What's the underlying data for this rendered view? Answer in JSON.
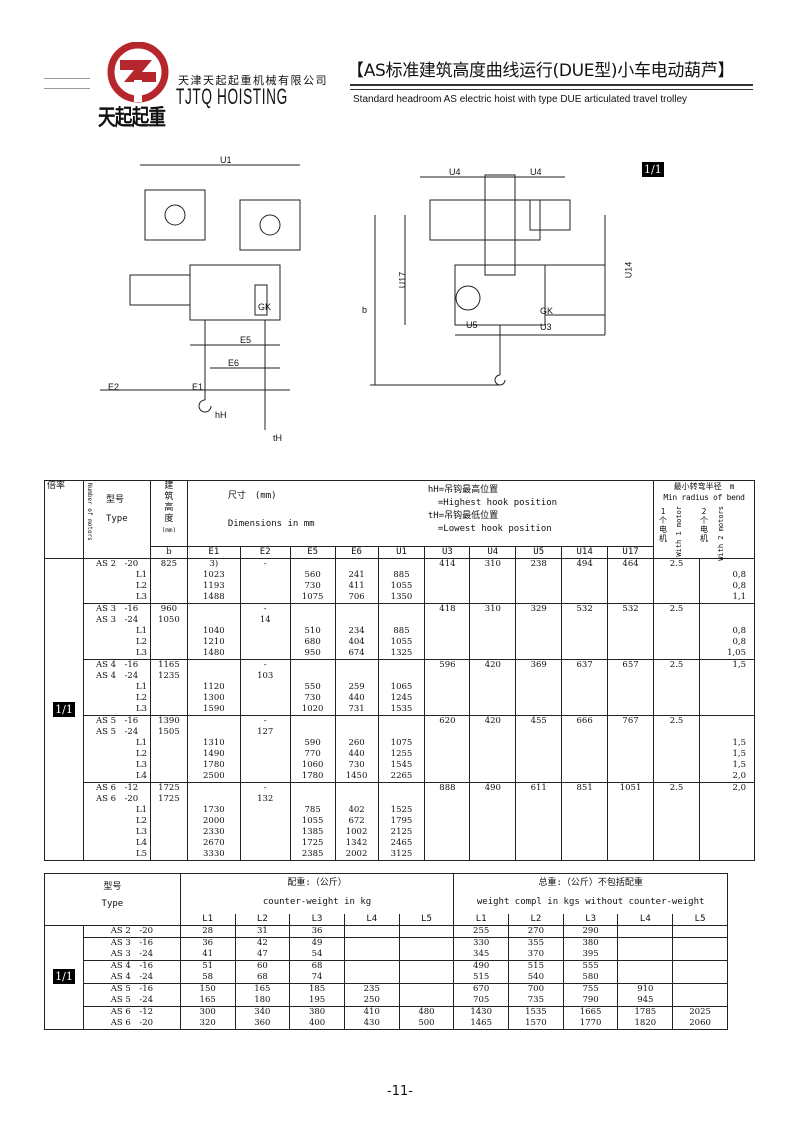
{
  "header": {
    "logo_text": "天起起重",
    "company_cn": "天津天起起重机械有限公司",
    "company_en": "TJTQ HOISTING",
    "title": "【AS标准建筑高度曲线运行(DUE型)小车电动葫芦】",
    "subtitle": "Standard headroom AS electric hoist with type DUE articulated travel trolley",
    "brand_color": "#b5272d"
  },
  "drawing": {
    "labels_left": {
      "u1": "U1",
      "e5": "E5",
      "e6": "E6",
      "e2": "E2",
      "e1": "E1",
      "gk": "GK",
      "hh": "hH",
      "th": "tH"
    },
    "labels_right": {
      "u4a": "U4",
      "u4b": "U4",
      "u17": "U17",
      "u14": "U14",
      "b": "b",
      "gk": "GK",
      "u5": "U5",
      "u3": "U3"
    },
    "ratio_badge": "1/1"
  },
  "table1": {
    "header": {
      "ratio": "倍率",
      "motors": "Number of motors",
      "type_cn": "型号",
      "type_en": "Type",
      "height_cn": "建筑高度",
      "height_unit": "(mm)",
      "b": "b",
      "dims_cn": "尺寸　(mm)",
      "dims_en": "Dimensions in mm",
      "hh_cn": "hH=吊钩最高位置",
      "hh_en": "=Highest hook position",
      "th_cn": "tH=吊钩最低位置",
      "th_en": "=Lowest hook position",
      "radius_cn": "最小转弯半径　m",
      "radius_en": "Min radius of bend",
      "one_motor_cn": "1个电机",
      "one_motor_en": "With 1 motor",
      "two_motor_cn": "2个电机",
      "two_motor_en": "With 2 motors",
      "cols": [
        "E1",
        "E2",
        "E5",
        "E6",
        "U1",
        "U3",
        "U4",
        "U5",
        "U14",
        "U17"
      ]
    },
    "ratio_badge": "1/1",
    "groups": [
      {
        "type": [
          "AS 2　-20",
          "L1",
          "L2",
          "L3"
        ],
        "b": [
          "825"
        ],
        "E1": [
          "3)",
          "1023",
          "1193",
          "1488"
        ],
        "E2": [
          "-"
        ],
        "E5": [
          "",
          "560",
          "730",
          "1075"
        ],
        "E6": [
          "",
          "241",
          "411",
          "706"
        ],
        "U1": [
          "",
          "885",
          "1055",
          "1350"
        ],
        "U3": [
          "414"
        ],
        "U4": [
          "310"
        ],
        "U5": [
          "238"
        ],
        "U14": [
          "494"
        ],
        "U17": [
          "464"
        ],
        "r1": [
          "2.5"
        ],
        "r2": [
          "",
          "0,8",
          "0,8",
          "1,1"
        ]
      },
      {
        "type": [
          "AS 3　-16",
          "AS 3　-24",
          "L1",
          "L2",
          "L3"
        ],
        "b": [
          "960",
          "1050"
        ],
        "E1": [
          "",
          "",
          "1040",
          "1210",
          "1480"
        ],
        "E2": [
          "-",
          "14"
        ],
        "E5": [
          "",
          "",
          "510",
          "680",
          "950"
        ],
        "E6": [
          "",
          "",
          "234",
          "404",
          "674"
        ],
        "U1": [
          "",
          "",
          "885",
          "1055",
          "1325"
        ],
        "U3": [
          "418"
        ],
        "U4": [
          "310"
        ],
        "U5": [
          "329"
        ],
        "U14": [
          "532"
        ],
        "U17": [
          "532"
        ],
        "r1": [
          "2.5"
        ],
        "r2": [
          "",
          "",
          "0,8",
          "0,8",
          "1,05"
        ]
      },
      {
        "type": [
          "AS 4　-16",
          "AS 4　-24",
          "L1",
          "L2",
          "L3"
        ],
        "b": [
          "1165",
          "1235"
        ],
        "E1": [
          "",
          "",
          "1120",
          "1300",
          "1590"
        ],
        "E2": [
          "-",
          "103"
        ],
        "E5": [
          "",
          "",
          "550",
          "730",
          "1020"
        ],
        "E6": [
          "",
          "",
          "259",
          "440",
          "731"
        ],
        "U1": [
          "",
          "",
          "1065",
          "1245",
          "1535"
        ],
        "U3": [
          "596"
        ],
        "U4": [
          "420"
        ],
        "U5": [
          "369"
        ],
        "U14": [
          "637"
        ],
        "U17": [
          "657"
        ],
        "r1": [
          "2.5"
        ],
        "r2": [
          "1,5"
        ]
      },
      {
        "type": [
          "AS 5　-16",
          "AS 5　-24",
          "L1",
          "L2",
          "L3",
          "L4"
        ],
        "b": [
          "1390",
          "1505"
        ],
        "E1": [
          "",
          "",
          "1310",
          "1490",
          "1780",
          "2500"
        ],
        "E2": [
          "-",
          "127"
        ],
        "E5": [
          "",
          "",
          "590",
          "770",
          "1060",
          "1780"
        ],
        "E6": [
          "",
          "",
          "260",
          "440",
          "730",
          "1450"
        ],
        "U1": [
          "",
          "",
          "1075",
          "1255",
          "1545",
          "2265"
        ],
        "U3": [
          "620"
        ],
        "U4": [
          "420"
        ],
        "U5": [
          "455"
        ],
        "U14": [
          "666"
        ],
        "U17": [
          "767"
        ],
        "r1": [
          "2.5"
        ],
        "r2": [
          "",
          "",
          "1,5",
          "1,5",
          "1,5",
          "2,0"
        ]
      },
      {
        "type": [
          "AS 6　-12",
          "AS 6　-20",
          "L1",
          "L2",
          "L3",
          "L4",
          "L5"
        ],
        "b": [
          "1725",
          "1725"
        ],
        "E1": [
          "",
          "",
          "1730",
          "2000",
          "2330",
          "2670",
          "3330"
        ],
        "E2": [
          "-",
          "132"
        ],
        "E5": [
          "",
          "",
          "785",
          "1055",
          "1385",
          "1725",
          "2385"
        ],
        "E6": [
          "",
          "",
          "402",
          "672",
          "1002",
          "1342",
          "2002"
        ],
        "U1": [
          "",
          "",
          "1525",
          "1795",
          "2125",
          "2465",
          "3125"
        ],
        "U3": [
          "888"
        ],
        "U4": [
          "490"
        ],
        "U5": [
          "611"
        ],
        "U14": [
          "851"
        ],
        "U17": [
          "1051"
        ],
        "r1": [
          "2.5"
        ],
        "r2": [
          "2,0"
        ]
      }
    ]
  },
  "table2": {
    "header": {
      "type_cn": "型号",
      "type_en": "Type",
      "cw_cn": "配重:（公斤）",
      "cw_en": "counter-weight in kg",
      "wt_cn": "总重:（公斤）不包括配重",
      "wt_en": "weight compl in kgs without counter-weight",
      "cols": [
        "L1",
        "L2",
        "L3",
        "L4",
        "L5"
      ]
    },
    "ratio_badge": "1/1",
    "groups": [
      {
        "rows": [
          {
            "type": "AS 2　-20",
            "cw": [
              "28",
              "31",
              "36",
              "",
              ""
            ],
            "wt": [
              "255",
              "270",
              "290",
              "",
              ""
            ]
          }
        ]
      },
      {
        "rows": [
          {
            "type": "AS 3　-16",
            "cw": [
              "36",
              "42",
              "49",
              "",
              ""
            ],
            "wt": [
              "330",
              "355",
              "380",
              "",
              ""
            ]
          },
          {
            "type": "AS 3　-24",
            "cw": [
              "41",
              "47",
              "54",
              "",
              ""
            ],
            "wt": [
              "345",
              "370",
              "395",
              "",
              ""
            ]
          }
        ]
      },
      {
        "rows": [
          {
            "type": "AS 4　-16",
            "cw": [
              "51",
              "60",
              "68",
              "",
              ""
            ],
            "wt": [
              "490",
              "515",
              "555",
              "",
              ""
            ]
          },
          {
            "type": "AS 4　-24",
            "cw": [
              "58",
              "68",
              "74",
              "",
              ""
            ],
            "wt": [
              "515",
              "540",
              "580",
              "",
              ""
            ]
          }
        ]
      },
      {
        "rows": [
          {
            "type": "AS 5　-16",
            "cw": [
              "150",
              "165",
              "185",
              "235",
              ""
            ],
            "wt": [
              "670",
              "700",
              "755",
              "910",
              ""
            ]
          },
          {
            "type": "AS 5　-24",
            "cw": [
              "165",
              "180",
              "195",
              "250",
              ""
            ],
            "wt": [
              "705",
              "735",
              "790",
              "945",
              ""
            ]
          }
        ]
      },
      {
        "rows": [
          {
            "type": "AS 6　-12",
            "cw": [
              "300",
              "340",
              "380",
              "410",
              "480"
            ],
            "wt": [
              "1430",
              "1535",
              "1665",
              "1785",
              "2025"
            ]
          },
          {
            "type": "AS 6　-20",
            "cw": [
              "320",
              "360",
              "400",
              "430",
              "500"
            ],
            "wt": [
              "1465",
              "1570",
              "1770",
              "1820",
              "2060"
            ]
          }
        ]
      }
    ]
  },
  "footer": {
    "page_number": "-11-"
  }
}
